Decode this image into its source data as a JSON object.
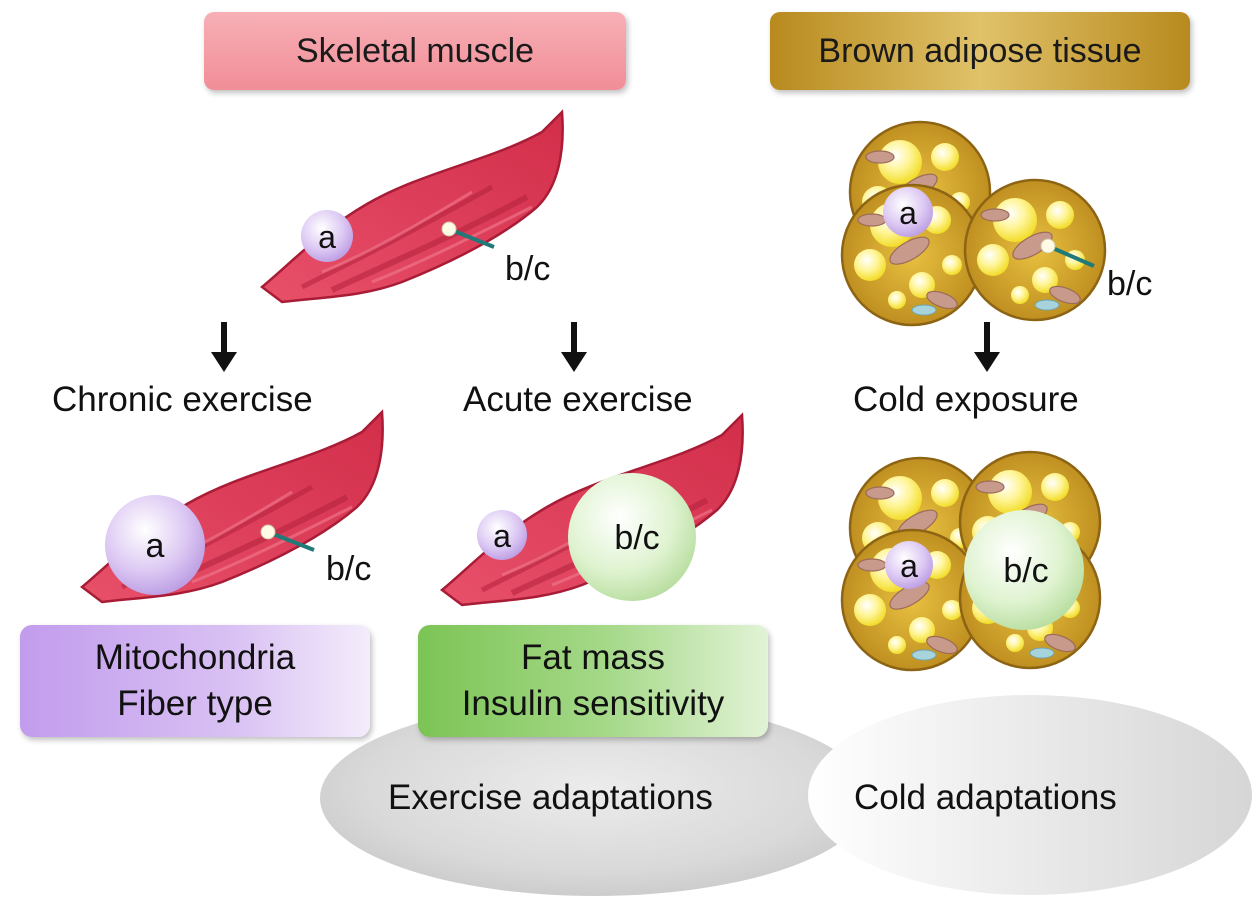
{
  "headers": {
    "skeletal_muscle": "Skeletal muscle",
    "brown_adipose": "Brown adipose tissue"
  },
  "conditions": {
    "chronic": "Chronic exercise",
    "acute": "Acute exercise",
    "cold": "Cold exposure"
  },
  "markers": {
    "a": "a",
    "bc": "b/c"
  },
  "outcomes": {
    "chronic_line1": "Mitochondria",
    "chronic_line2": "Fiber type",
    "acute_line1": "Fat mass",
    "acute_line2": "Insulin sensitivity"
  },
  "adaptations": {
    "exercise": "Exercise adaptations",
    "cold": "Cold adaptations"
  },
  "colors": {
    "muscle": "#d8344f",
    "muscle_dark": "#a81c36",
    "fat_cell": "#d9a21e",
    "marker_a": "#cdb6ea",
    "marker_bc": "#d3ecc4",
    "header_muscle": "#f59aa2",
    "header_adipose": "#c9a23a",
    "outcome_purple": "#c9a9ee",
    "outcome_green": "#8fcf6a"
  }
}
